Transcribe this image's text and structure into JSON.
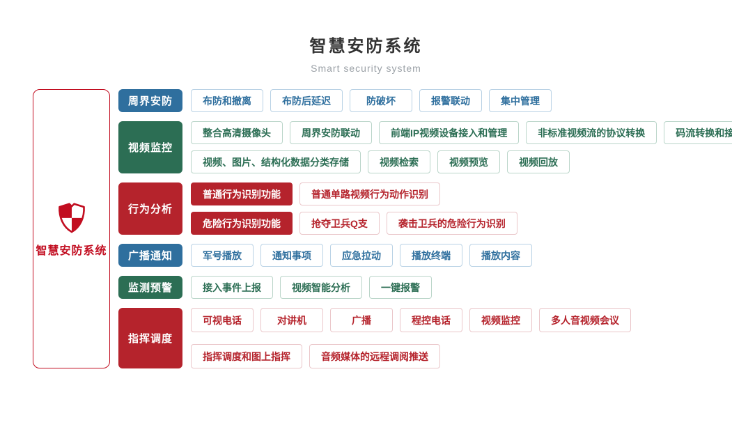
{
  "header": {
    "title": "智慧安防系统",
    "subtitle": "Smart security system"
  },
  "root": {
    "label": "智慧安防系统",
    "icon": "shield-icon"
  },
  "palette": {
    "blue": "#2f6f9e",
    "green": "#2c6e54",
    "red": "#b5232c",
    "brand_red": "#c20d20",
    "blue_border": "#b9d2e5",
    "green_border": "#bad5c9",
    "red_border": "#eac6c9",
    "title_text": "#333333",
    "subtitle_text": "#9aa0a6"
  },
  "categories": [
    {
      "name": "perimeter-security",
      "label": "周界安防",
      "color": "blue",
      "rows": [
        [
          {
            "label": "布防和撤离"
          },
          {
            "label": "布防后延迟"
          },
          {
            "label": "防破坏"
          },
          {
            "label": "报警联动"
          },
          {
            "label": "集中管理"
          }
        ]
      ]
    },
    {
      "name": "video-surveillance",
      "label": "视频监控",
      "color": "green",
      "rows": [
        [
          {
            "label": "整合高清摄像头"
          },
          {
            "label": "周界安防联动"
          },
          {
            "label": "前端IP视频设备接入和管理"
          },
          {
            "label": "非标准视频流的协议转换"
          },
          {
            "label": "码流转换和接口转换"
          }
        ],
        [
          {
            "label": "视频、图片、结构化数据分类存储"
          },
          {
            "label": "视频检索"
          },
          {
            "label": "视频预览"
          },
          {
            "label": "视频回放"
          }
        ]
      ]
    },
    {
      "name": "behavior-analysis",
      "label": "行为分析",
      "color": "red",
      "rows": [
        [
          {
            "label": "普通行为识别功能",
            "filled": true
          },
          {
            "label": "普通单路视频行为动作识别"
          }
        ],
        [
          {
            "label": "危险行为识别功能",
            "filled": true
          },
          {
            "label": "抢夺卫兵Q支"
          },
          {
            "label": "袭击卫兵的危险行为识别"
          }
        ]
      ]
    },
    {
      "name": "broadcast-notification",
      "label": "广播通知",
      "color": "blue",
      "rows": [
        [
          {
            "label": "军号播放"
          },
          {
            "label": "通知事项"
          },
          {
            "label": "应急拉动"
          },
          {
            "label": "播放终端"
          },
          {
            "label": "播放内容"
          }
        ]
      ]
    },
    {
      "name": "monitoring-warning",
      "label": "监测预警",
      "color": "green",
      "rows": [
        [
          {
            "label": "接入事件上报"
          },
          {
            "label": "视频智能分析"
          },
          {
            "label": "一键报警"
          }
        ]
      ]
    },
    {
      "name": "command-dispatch",
      "label": "指挥调度",
      "color": "red",
      "rows": [
        [
          {
            "label": "可视电话"
          },
          {
            "label": "对讲机"
          },
          {
            "label": "广播"
          },
          {
            "label": "程控电话"
          },
          {
            "label": "视频监控"
          },
          {
            "label": "多人音视频会议"
          }
        ],
        [
          {
            "label": "指挥调度和图上指挥"
          },
          {
            "label": "音频媒体的远程调阅推送"
          }
        ]
      ]
    }
  ]
}
